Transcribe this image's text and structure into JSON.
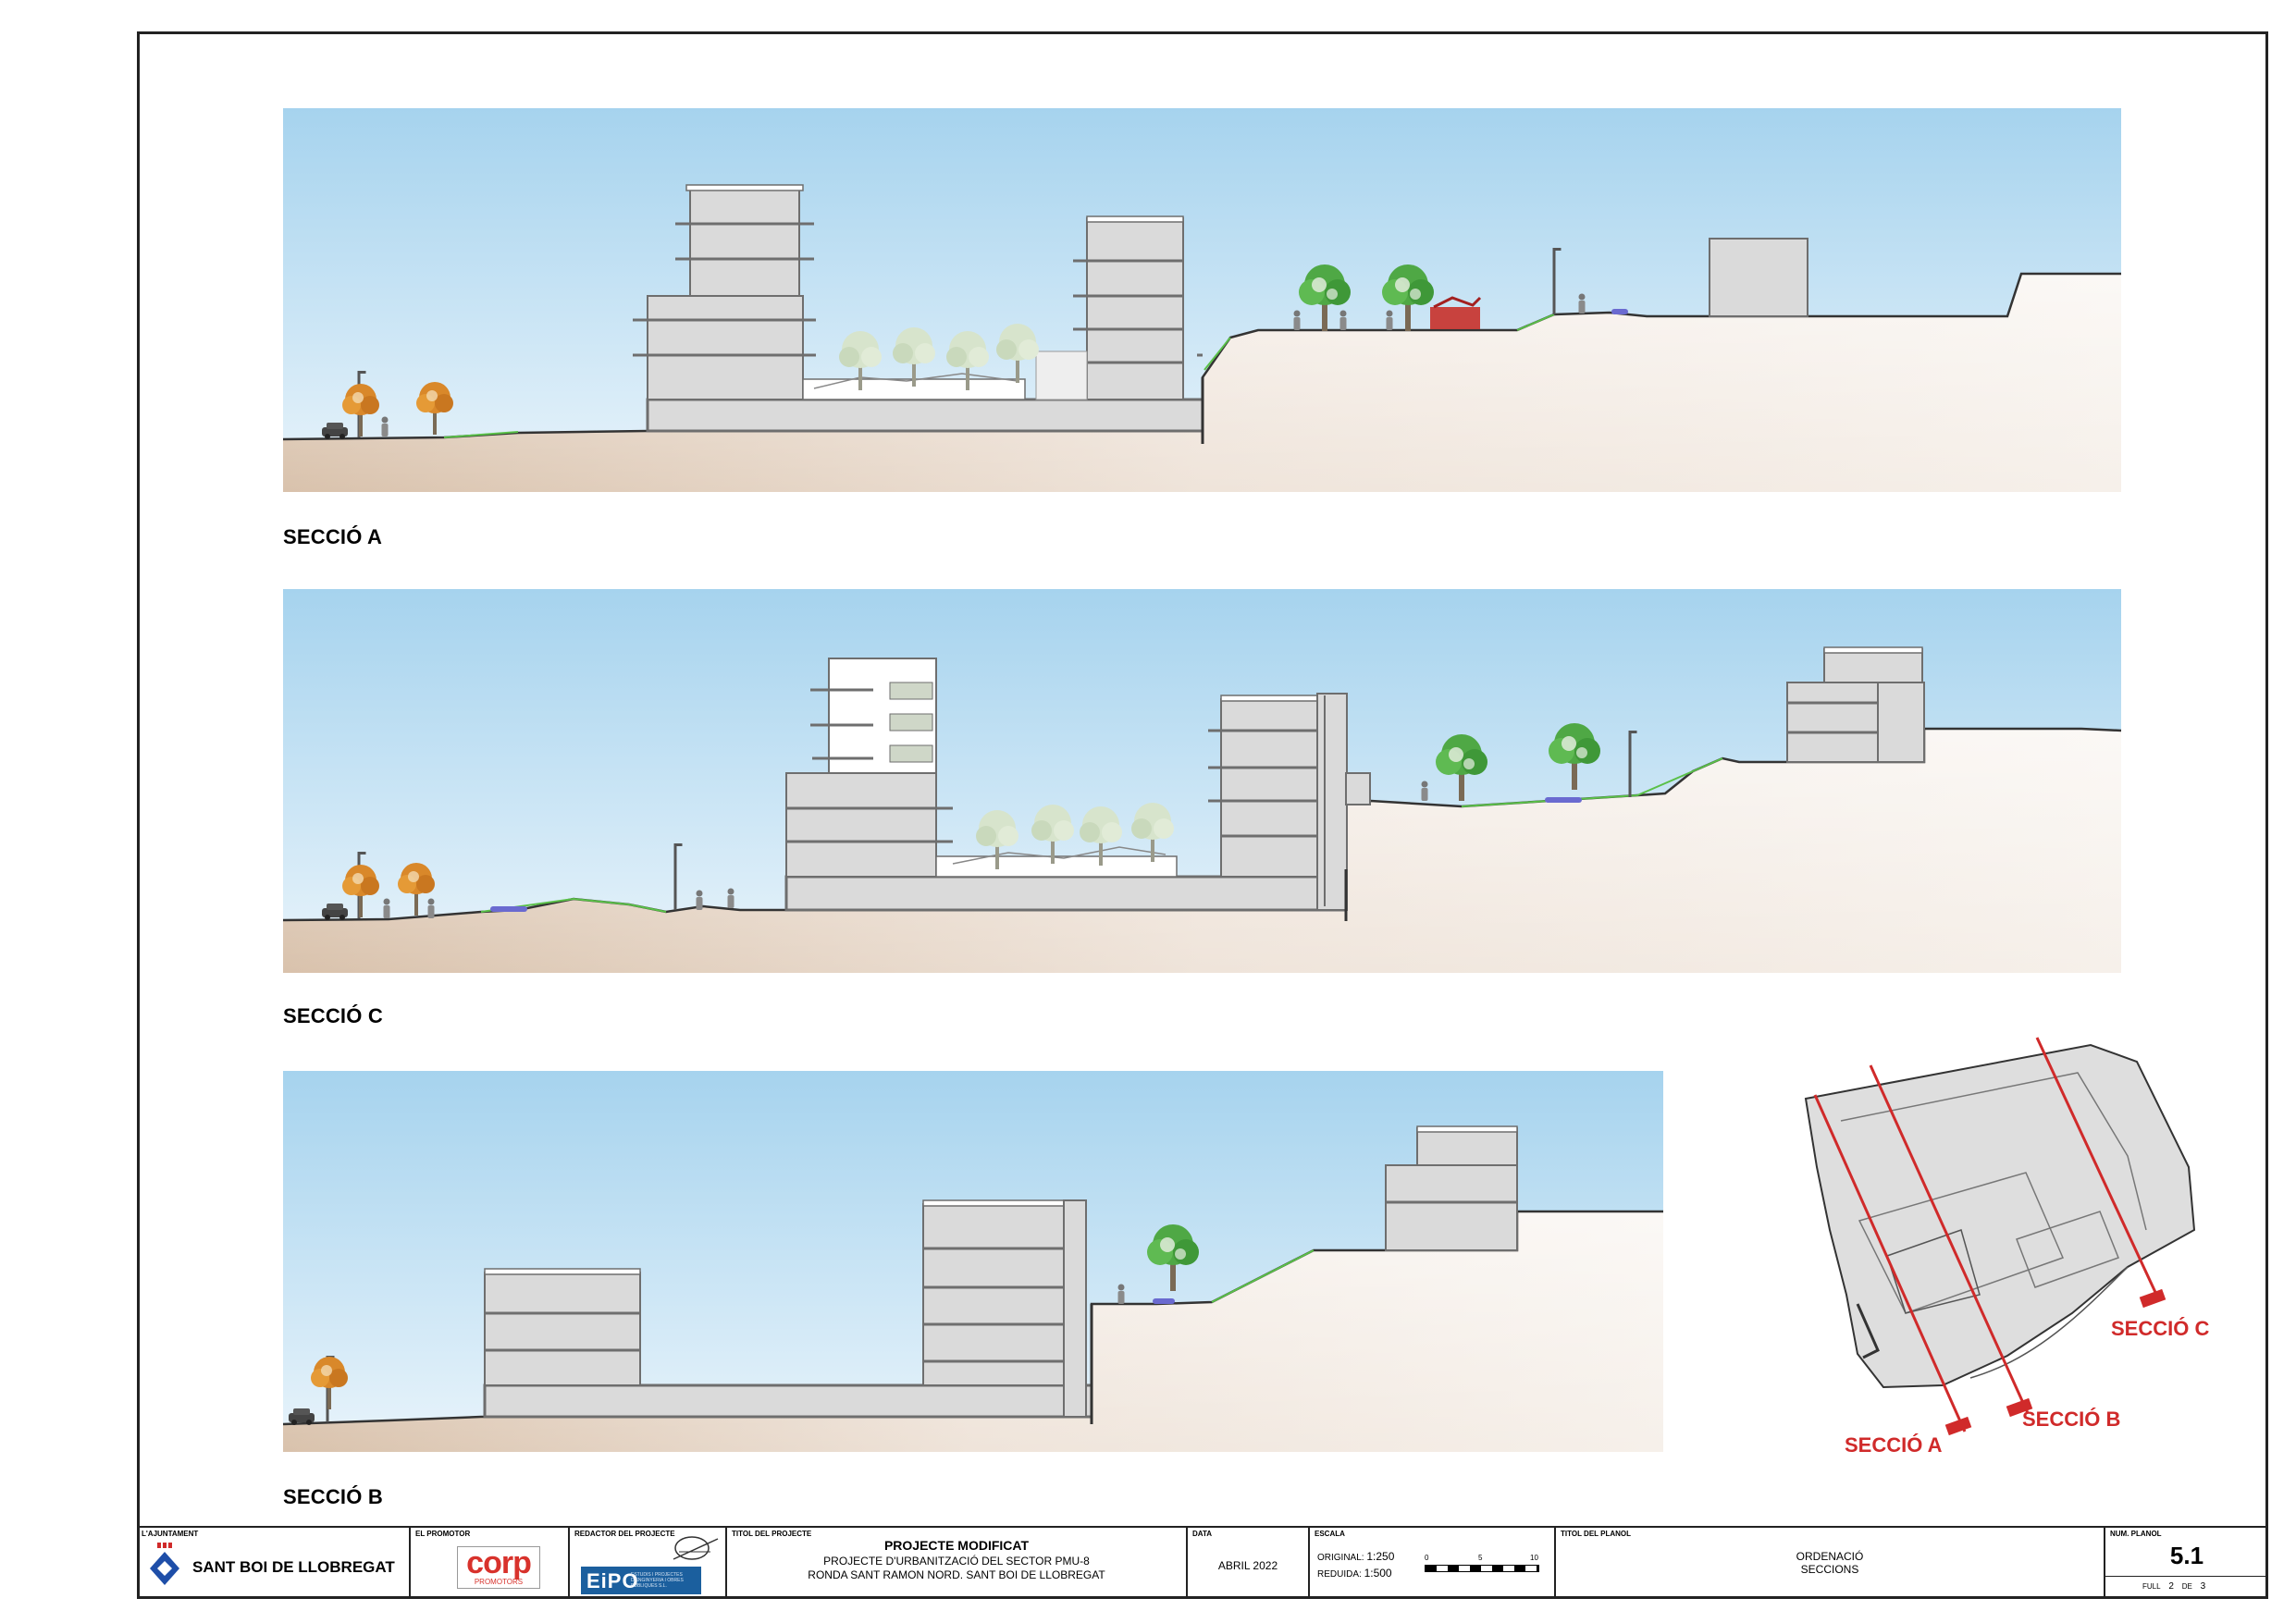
{
  "sections": {
    "a": {
      "label": "SECCIÓ A"
    },
    "c": {
      "label": "SECCIÓ C"
    },
    "b": {
      "label": "SECCIÓ B"
    }
  },
  "key_plan": {
    "labels": {
      "a": "SECCIÓ A",
      "b": "SECCIÓ B",
      "c": "SECCIÓ C"
    }
  },
  "colors": {
    "section_line": "#d02a2a",
    "sky": "#a8d4ee",
    "ground": "#e3d2c2",
    "building_fill": "#d9d9d9",
    "building_line": "#6e6e6e",
    "tree_green": "#4fa845",
    "tree_orange": "#d9882a"
  },
  "title_block": {
    "ajuntament": {
      "caption": "L'AJUNTAMENT",
      "name": "SANT BOI DE LLOBREGAT"
    },
    "promotor": {
      "caption": "EL PROMOTOR",
      "logo_text": "corp",
      "logo_sub": "PROMOTORS"
    },
    "redactor": {
      "caption": "REDACTOR DEL PROJECTE",
      "logo_text": "EiPO",
      "logo_sub": "ESTUDIS I PROJECTES D'ENGINYERIA I OBRES PÚBLIQUES S.L."
    },
    "projecte": {
      "caption": "TITOL DEL PROJECTE",
      "line1": "PROJECTE MODIFICAT",
      "line2": "PROJECTE D'URBANITZACIÓ DEL SECTOR PMU-8",
      "line3": "RONDA SANT RAMON NORD. SANT BOI DE LLOBREGAT"
    },
    "data": {
      "caption": "DATA",
      "value": "ABRIL 2022"
    },
    "escala": {
      "caption": "ESCALA",
      "original_label": "ORIGINAL:",
      "original_value": "1:250",
      "reduida_label": "REDUIDA:",
      "reduida_value": "1:500",
      "ticks": [
        "0",
        "5",
        "10"
      ]
    },
    "planol": {
      "caption": "TITOL DEL PLANOL",
      "line1": "ORDENACIÓ",
      "line2": "SECCIONS"
    },
    "num": {
      "caption": "NUM. PLANOL",
      "value": "5.1",
      "full_label": "FULL",
      "full_value": "2",
      "de_label": "DE",
      "de_value": "3"
    }
  }
}
